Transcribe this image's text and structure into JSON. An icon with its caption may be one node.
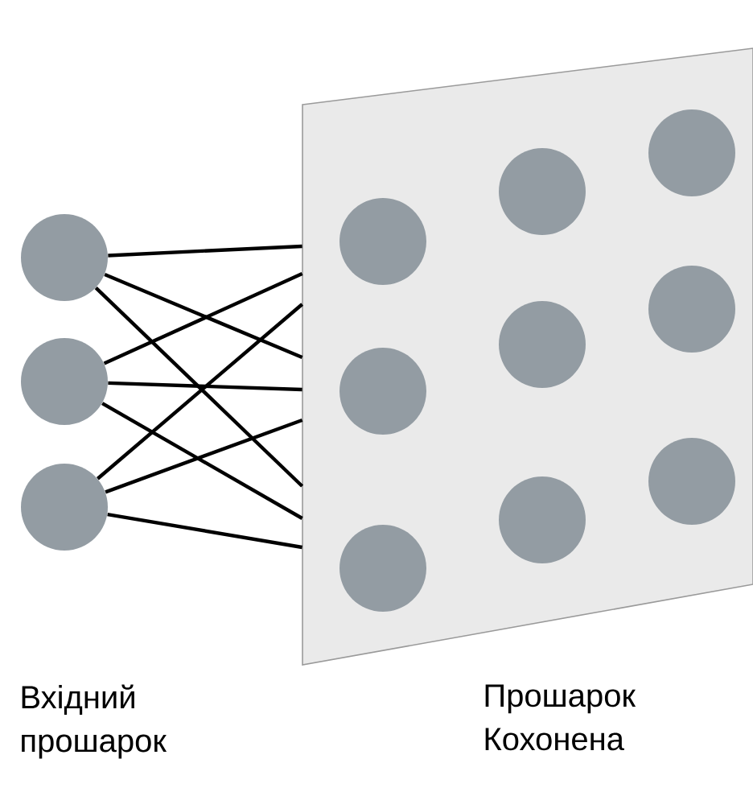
{
  "diagram": {
    "nodes": [
      {
        "text": [],
        "shape": "circle"
      },
      {
        "text": [],
        "shape": "circle"
      },
      {
        "text": [],
        "shape": "circle"
      },
      {
        "text": [
          "Прошарок Кохонена"
        ]
      },
      {
        "text": [],
        "shape": "circle",
        "in": 3
      },
      {
        "text": [],
        "shape": "circle",
        "in": 3
      },
      {
        "text": [],
        "shape": "circle",
        "in": 3
      },
      {
        "text": [],
        "shape": "circle",
        "in": 3
      },
      {
        "text": [],
        "shape": "circle",
        "in": 3
      },
      {
        "text": [],
        "shape": "circle",
        "in": 3
      },
      {
        "text": [],
        "shape": "circle",
        "in": 3
      },
      {
        "text": [],
        "shape": "circle",
        "in": 3
      },
      {
        "text": [],
        "shape": "circle",
        "in": 3
      }
    ],
    "edges": [
      {
        "from": 0,
        "to": 3,
        "arrow": "none"
      },
      {
        "from": 0,
        "to": 3,
        "arrow": "none"
      },
      {
        "from": 0,
        "to": 3,
        "arrow": "none"
      },
      {
        "from": 1,
        "to": 3,
        "arrow": "none"
      },
      {
        "from": 1,
        "to": 3,
        "arrow": "none"
      },
      {
        "from": 1,
        "to": 3,
        "arrow": "none"
      },
      {
        "from": 2,
        "to": 3,
        "arrow": "none"
      },
      {
        "from": 2,
        "to": 3,
        "arrow": "none"
      },
      {
        "from": 2,
        "to": 3,
        "arrow": "none"
      }
    ],
    "labels": [
      "Вхідний прошарок"
    ]
  }
}
